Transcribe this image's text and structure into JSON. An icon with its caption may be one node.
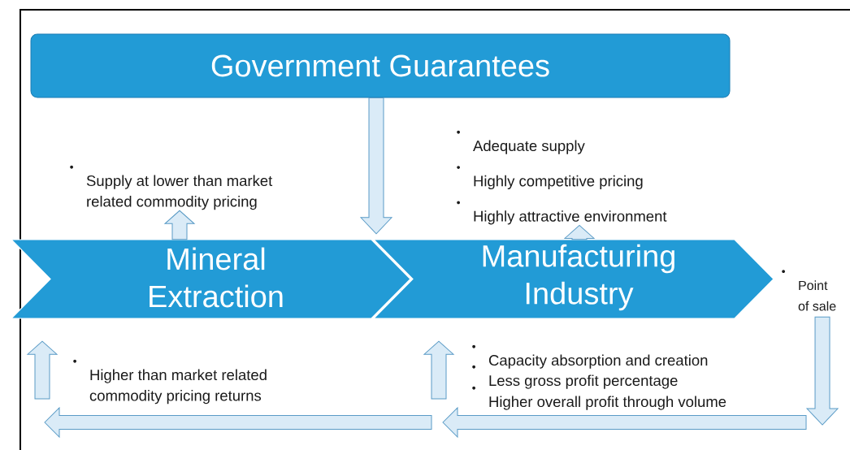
{
  "diagram": {
    "nodes": [
      {
        "text": [
          "Government Guarantees"
        ]
      },
      {
        "text": [
          "Mineral Extraction"
        ]
      },
      {
        "text": [
          "Manufacturing Industry"
        ]
      },
      {
        "text": [
          "Supply at lower than market related commodity pricing"
        ]
      },
      {
        "text": [
          "Adequate supply",
          "Highly competitive pricing",
          "Highly attractive environment"
        ]
      },
      {
        "text": [
          "Point of sale"
        ]
      }
    ],
    "edges": [
      {
        "from": 0,
        "to": 2,
        "arrow": "to"
      },
      {
        "from": 1,
        "to": 3,
        "arrow": "to"
      },
      {
        "from": 2,
        "to": 4,
        "arrow": "to"
      },
      {
        "from": 5,
        "to": null,
        "arrow": "to"
      },
      {
        "from": null,
        "to": 2,
        "arrow": "to"
      },
      {
        "from": null,
        "to": 1,
        "arrow": "to"
      }
    ],
    "labels": [
      "Higher than market related commodity pricing returns",
      "Capacity absorption and creation",
      "Less gross profit percentage",
      "Higher overall profit through volume"
    ]
  }
}
